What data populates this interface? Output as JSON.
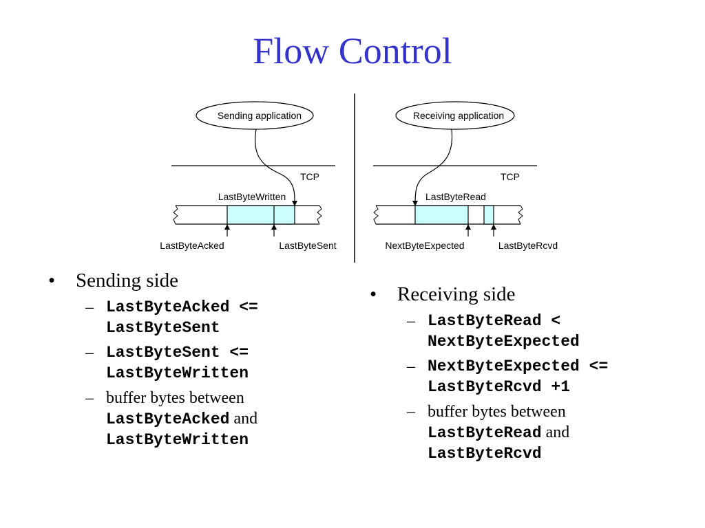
{
  "slide": {
    "title": "Flow Control"
  },
  "diagram": {
    "sender": {
      "app_label": "Sending application",
      "tcp_label": "TCP",
      "top_label": "LastByteWritten",
      "bottom_labels": [
        "LastByteAcked",
        "LastByteSent"
      ]
    },
    "receiver": {
      "app_label": "Receiving application",
      "tcp_label": "TCP",
      "top_label": "LastByteRead",
      "bottom_labels": [
        "NextByteExpected",
        "LastByteRcvd"
      ]
    },
    "colors": {
      "buffer_fill": "#ccffff",
      "title": "#3333cc"
    }
  },
  "bullets": {
    "sending": {
      "heading": "Sending side",
      "items": [
        {
          "dash": "–",
          "line1": "LastByteAcked <=",
          "line2": "LastByteSent"
        },
        {
          "dash": "–",
          "line1": "LastByteSent <=",
          "line2": "LastByteWritten"
        },
        {
          "dash": "–",
          "text1": "buffer bytes between",
          "code1": "LastByteAcked",
          "text2": "and",
          "code2": "LastByteWritten"
        }
      ]
    },
    "receiving": {
      "heading": "Receiving side",
      "items": [
        {
          "dash": "–",
          "line1": "LastByteRead <",
          "line2": "NextByteExpected"
        },
        {
          "dash": "–",
          "line1": "NextByteExpected <=",
          "line2": "LastByteRcvd +1"
        },
        {
          "dash": "–",
          "text1": "buffer bytes between",
          "code1": "LastByteRead",
          "text2": "and",
          "code2": "LastByteRcvd"
        }
      ]
    }
  }
}
